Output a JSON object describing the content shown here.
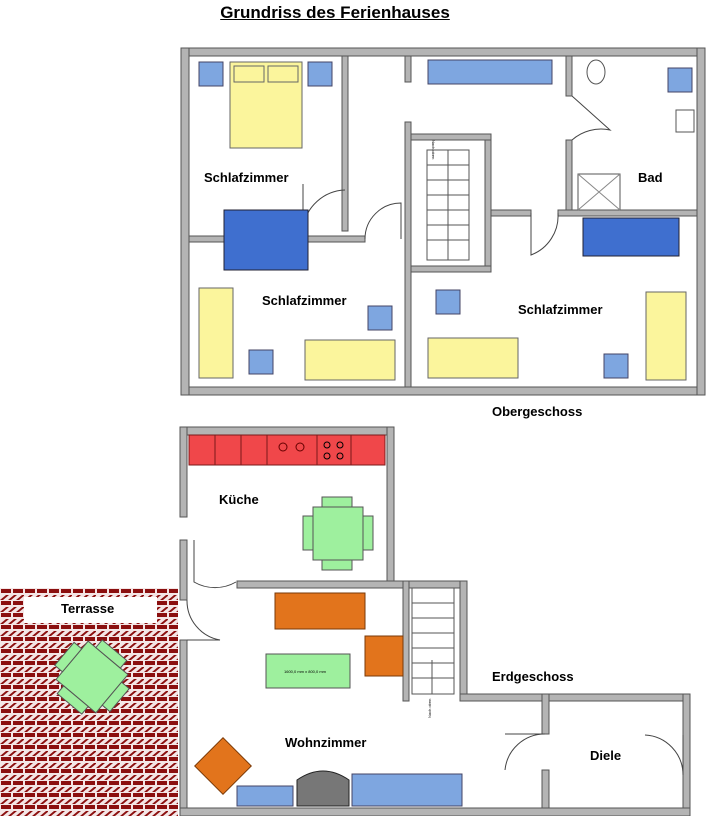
{
  "title": "Grundriss des Ferienhauses",
  "floors": {
    "upper": {
      "label": "Obergeschoss",
      "rooms": [
        "Schlafzimmer",
        "Schlafzimmer",
        "Schlafzimmer",
        "Bad"
      ],
      "stair_label": "Nach oben"
    },
    "ground": {
      "label": "Erdgeschoss",
      "rooms": [
        "Küche",
        "Wohnzimmer",
        "Diele"
      ],
      "terrace": "Terrasse",
      "stair_label": "Nach oben",
      "table_label": "1600,0 mm x 800,0 mm"
    }
  },
  "colors": {
    "wall": "#b4b4b4",
    "bed": "#fbf59c",
    "furniture_blue": "#7ea6e0",
    "table_green": "#9ef09e",
    "sofa_orange": "#e2741c",
    "kitchen_red": "#f0474a",
    "brick": "#8b0f0f"
  }
}
